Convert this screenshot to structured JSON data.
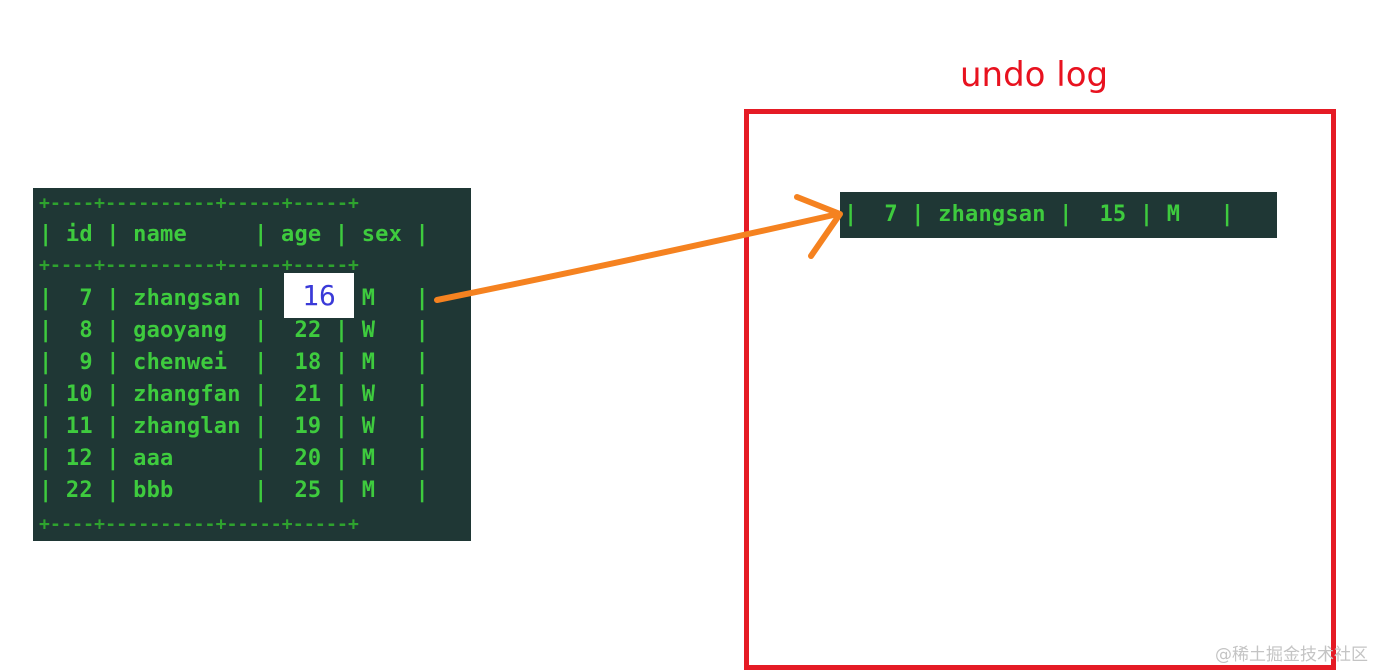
{
  "table": {
    "border": "+----+----------+-----+-----+",
    "columns": [
      "id",
      "name",
      "age",
      "sex"
    ],
    "rows": [
      {
        "id": "7",
        "name": "zhangsan",
        "age": "16",
        "sex": "M"
      },
      {
        "id": "8",
        "name": "gaoyang",
        "age": "22",
        "sex": "W"
      },
      {
        "id": "9",
        "name": "chenwei",
        "age": "18",
        "sex": "M"
      },
      {
        "id": "10",
        "name": "zhangfan",
        "age": "21",
        "sex": "W"
      },
      {
        "id": "11",
        "name": "zhanglan",
        "age": "19",
        "sex": "W"
      },
      {
        "id": "12",
        "name": "aaa",
        "age": "20",
        "sex": "M"
      },
      {
        "id": "22",
        "name": "bbb",
        "age": "25",
        "sex": "M"
      }
    ],
    "highlighted_value": "16"
  },
  "undo_log": {
    "title": "undo log",
    "row": {
      "id": "7",
      "name": "zhangsan",
      "age": "15",
      "sex": "M"
    }
  },
  "colors": {
    "terminal_bg": "#1f3735",
    "terminal_text": "#3ecb3e",
    "box_border": "#e51b25",
    "title": "#e8121f",
    "arrow": "#f58220",
    "highlight_text": "#3a3ad8"
  },
  "watermark": "@稀土掘金技术社区"
}
